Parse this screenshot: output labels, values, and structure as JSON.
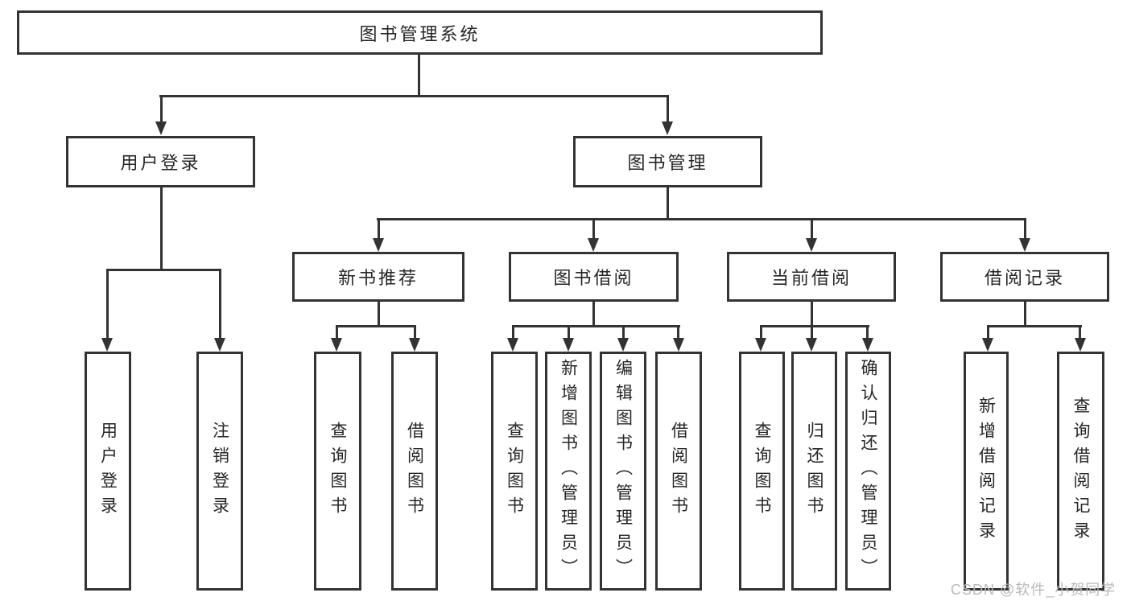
{
  "nodes": {
    "root": "图书管理系统",
    "level2": {
      "user_login": "用户登录",
      "book_management": "图书管理"
    },
    "level3": {
      "new_books": "新书推荐",
      "book_borrowing": "图书借阅",
      "current_borrowing": "当前借阅",
      "borrowing_records": "借阅记录"
    },
    "leaves": {
      "user_login": [
        "用户登录",
        "注销登录"
      ],
      "new_books": [
        "查询图书",
        "借阅图书"
      ],
      "book_borrowing": [
        "查询图书",
        "新增图书（管理员）",
        "编辑图书（管理员）",
        "借阅图书"
      ],
      "current_borrowing": [
        "查询图书",
        "归还图书",
        "确认归还（管理员）"
      ],
      "borrowing_records": [
        "新增借阅记录",
        "查询借阅记录"
      ]
    }
  },
  "watermark": {
    "text": "CSDN @软件_小贺同学",
    "color": "#b9b9b9"
  },
  "colors": {
    "line": "#333333",
    "text": "#262626",
    "background": "#ffffff",
    "box_fill": "#ffffff"
  }
}
